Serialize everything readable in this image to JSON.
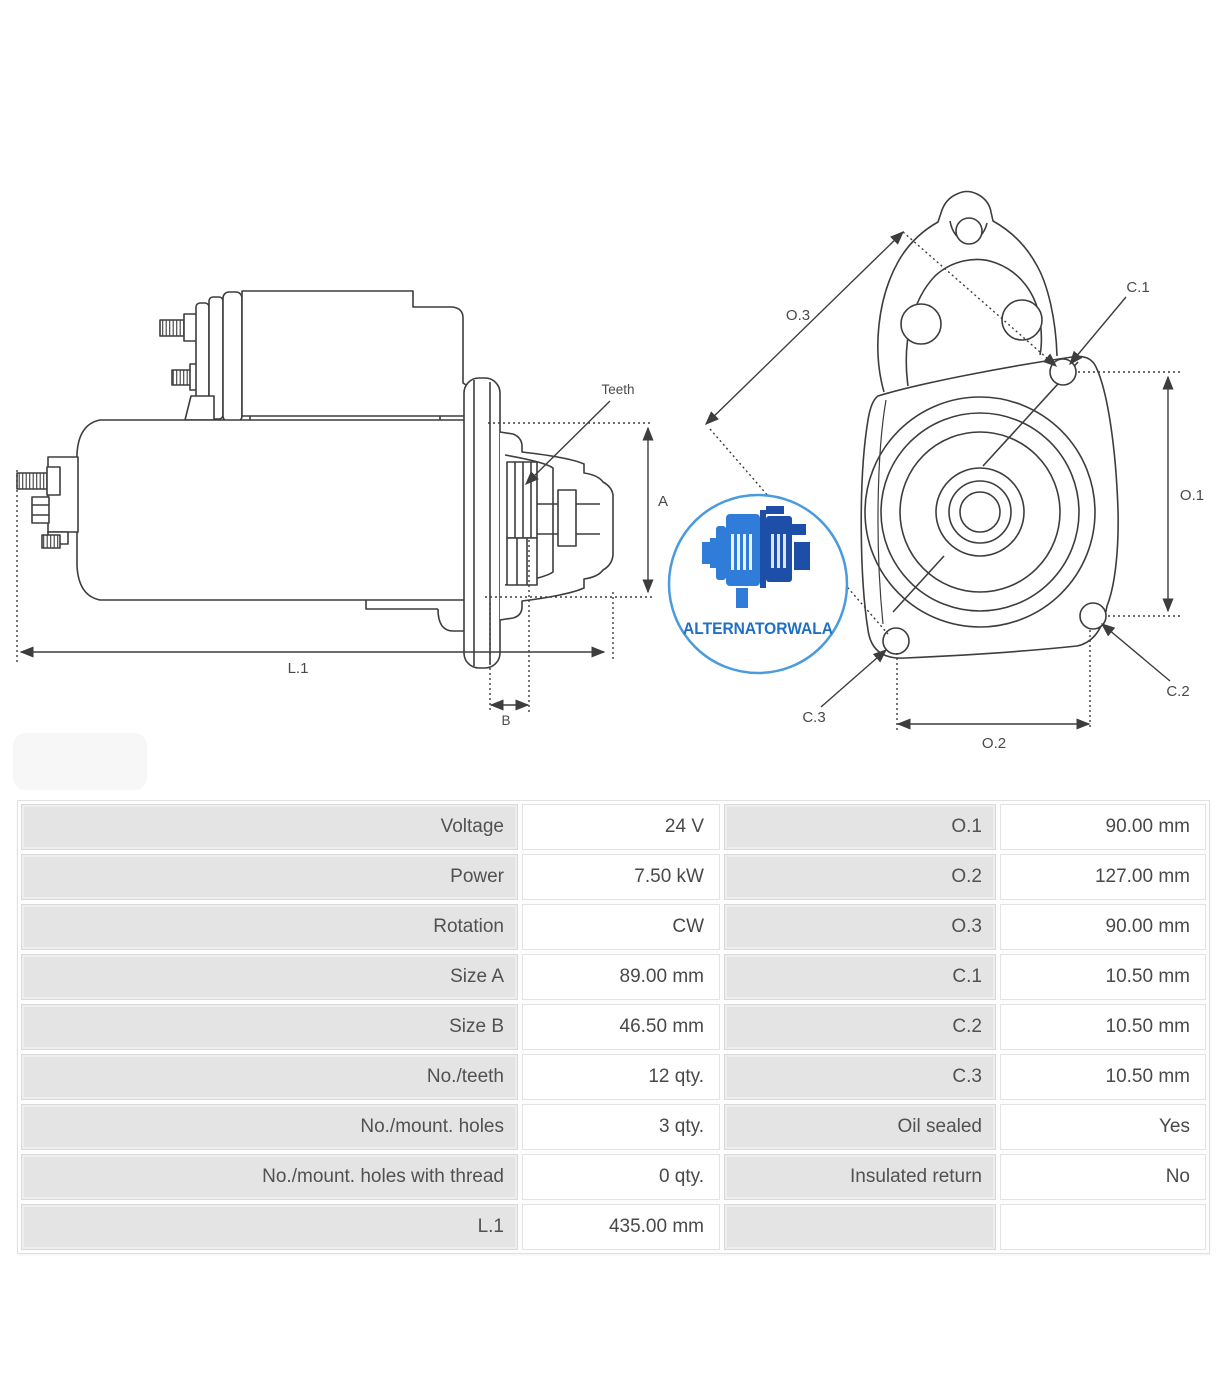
{
  "logo": {
    "brand": "ALTERNATORWALA",
    "ring_color": "#4a9ade",
    "text_color": "#1f6fc4"
  },
  "side_view": {
    "labels": {
      "teeth": "Teeth",
      "a": "A",
      "l1": "L.1",
      "b": "B"
    }
  },
  "front_view": {
    "labels": {
      "o3": "O.3",
      "c1": "C.1",
      "o1": "O.1",
      "c2": "C.2",
      "c3": "C.3",
      "o2": "O.2"
    }
  },
  "spec_table": {
    "rows": [
      {
        "label_left": "Voltage",
        "value_left": "24 V",
        "label_right": "O.1",
        "value_right": "90.00 mm"
      },
      {
        "label_left": "Power",
        "value_left": "7.50 kW",
        "label_right": "O.2",
        "value_right": "127.00 mm"
      },
      {
        "label_left": "Rotation",
        "value_left": "CW",
        "label_right": "O.3",
        "value_right": "90.00 mm"
      },
      {
        "label_left": "Size A",
        "value_left": "89.00 mm",
        "label_right": "C.1",
        "value_right": "10.50 mm"
      },
      {
        "label_left": "Size B",
        "value_left": "46.50 mm",
        "label_right": "C.2",
        "value_right": "10.50 mm"
      },
      {
        "label_left": "No./teeth",
        "value_left": "12 qty.",
        "label_right": "C.3",
        "value_right": "10.50 mm"
      },
      {
        "label_left": "No./mount. holes",
        "value_left": "3 qty.",
        "label_right": "Oil sealed",
        "value_right": "Yes"
      },
      {
        "label_left": "No./mount. holes with thread",
        "value_left": "0 qty.",
        "label_right": "Insulated return",
        "value_right": "No"
      },
      {
        "label_left": "L.1",
        "value_left": "435.00 mm",
        "label_right": "",
        "value_right": ""
      }
    ]
  }
}
